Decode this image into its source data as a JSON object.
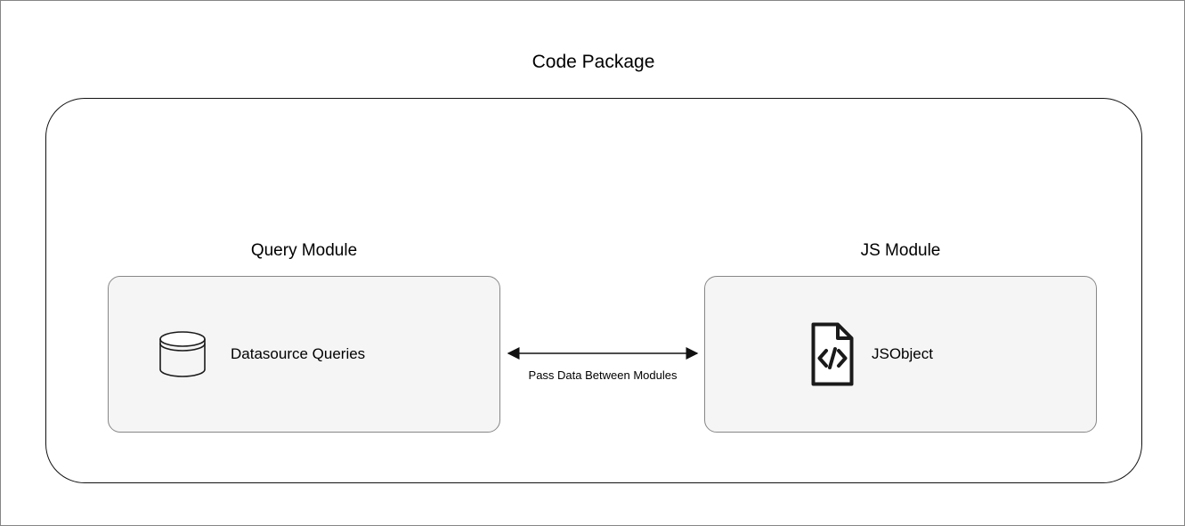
{
  "diagram": {
    "title": "Code Package",
    "container_name": "code-package-container",
    "colors": {
      "page_border": "#868686",
      "container_border": "#111111",
      "card_fill": "#f5f5f5",
      "card_border": "#878787",
      "text": "#000000",
      "connector": "#4d4d4d",
      "icon_stroke": "#1a1a1a"
    },
    "modules": [
      {
        "id": "query-module",
        "title": "Query Module",
        "item_label": "Datasource Queries",
        "icon": "database-icon"
      },
      {
        "id": "js-module",
        "title": "JS Module",
        "item_label": "JSObject",
        "icon": "code-file-icon"
      }
    ],
    "connector": {
      "label": "Pass Data Between Modules",
      "direction": "bidirectional",
      "name": "pass-data-connector"
    }
  }
}
